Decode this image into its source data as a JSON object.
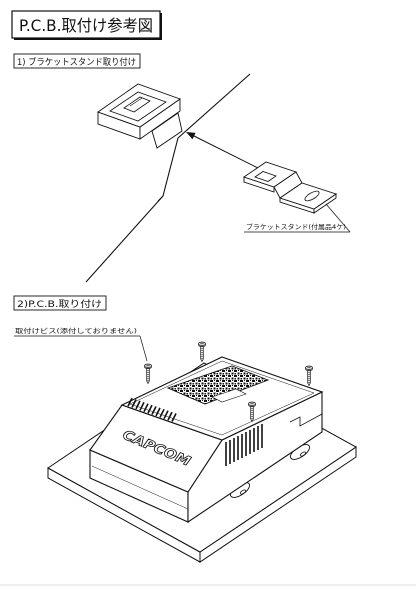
{
  "title": "P.C.B.取付け参考図",
  "section1": {
    "heading": "1) ブラケットスタンド取り付け",
    "part_label": "ブラケットスタンド(付属品4ケ)"
  },
  "section2": {
    "heading": "2)P.C.B.取り付け",
    "screw_label": "取付けビス(添付しておりません)"
  },
  "pcb": {
    "brand": "CAPCOM"
  },
  "colors": {
    "ink": "#111111",
    "paper": "#ffffff"
  }
}
